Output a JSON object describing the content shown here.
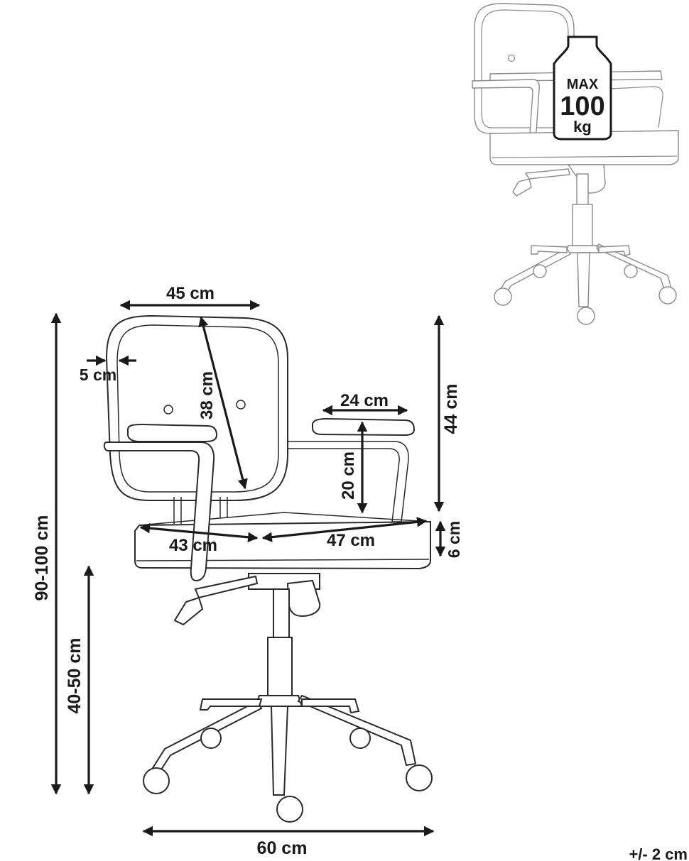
{
  "dimensions": {
    "width_top": "45 cm",
    "back_thickness": "5 cm",
    "backrest_height": "38 cm",
    "armrest_length": "24 cm",
    "armrest_height": "20 cm",
    "back_total_height": "44 cm",
    "seat_depth": "43 cm",
    "seat_width": "47 cm",
    "seat_thickness": "6 cm",
    "total_height": "90-100 cm",
    "seat_height": "40-50 cm",
    "base_width": "60 cm"
  },
  "weight": {
    "line1": "MAX",
    "line2": "100",
    "line3": "kg"
  },
  "tolerance": "+/- 2 cm"
}
